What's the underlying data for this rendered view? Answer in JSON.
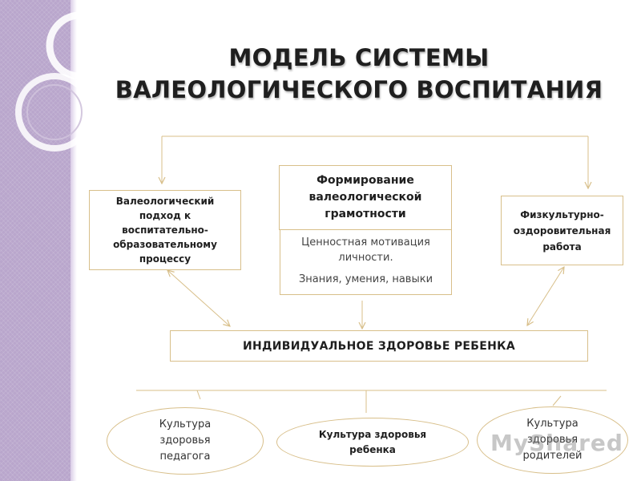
{
  "slide": {
    "title_line1": "МОДЕЛЬ СИСТЕМЫ",
    "title_line2": "ВАЛЕОЛОГИЧЕСКОГО ВОСПИТАНИЯ"
  },
  "boxes": {
    "valeological_approach": "Валеологический подход к воспитательно-образовательному процессу",
    "literacy_formation": "Формирование валеологической грамотности",
    "values_motivation": "Ценностная мотивация личности.",
    "knowledge_skills": "Знания, умения, навыки",
    "physical_culture_work": "Физкультурно-оздоровительная работа",
    "individual_health": "ИНДИВИДУАЛЬНОЕ ЗДОРОВЬЕ РЕБЕНКА"
  },
  "ellipses": {
    "teacher_health_culture": "Культура здоровья педагога",
    "child_health_culture": "Культура здоровья ребенка",
    "parents_health_culture": "Культура здоровья родителей"
  },
  "watermark": {
    "text": "MyShared"
  },
  "colors": {
    "sidebar": "#b9a6cc",
    "border": "#d8bf8a",
    "connector": "#d8bf8a"
  }
}
